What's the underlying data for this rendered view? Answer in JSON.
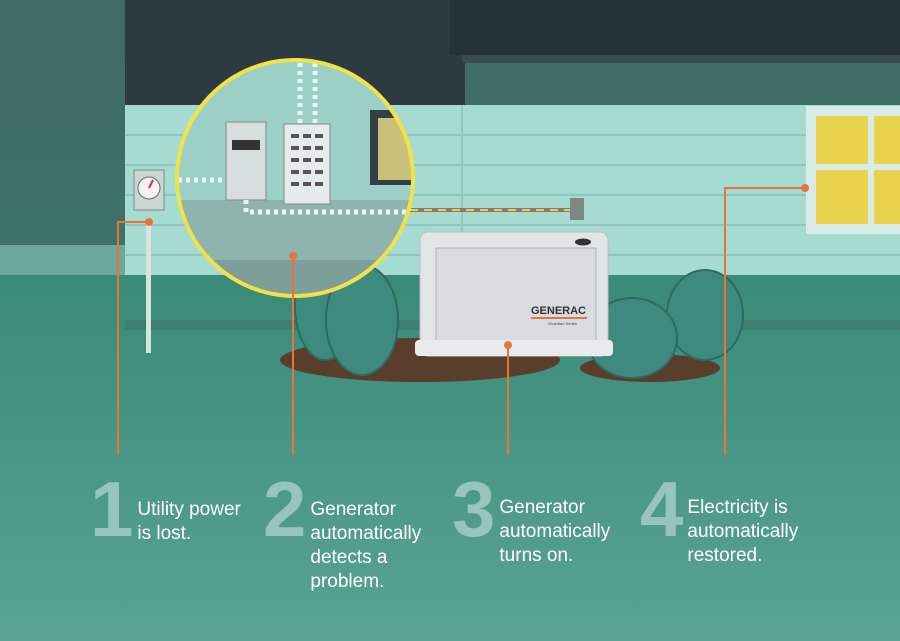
{
  "colors": {
    "roof": "#2d3a40",
    "siding": "#a6dbd2",
    "ground": "#3f8e7d",
    "lawn": "#4a9a89",
    "accent": "#e8743b",
    "magnifier": "#f1e24a",
    "window_light": "#e9d24c"
  },
  "generator": {
    "brand": "GENERAC",
    "series": "Guardian Series"
  },
  "steps": [
    {
      "number": "1",
      "lines": [
        "Utility power",
        "is lost."
      ]
    },
    {
      "number": "2",
      "lines": [
        "Generator",
        "automatically",
        "detects a",
        "problem."
      ]
    },
    {
      "number": "3",
      "lines": [
        "Generator",
        "automatically",
        "turns on."
      ]
    },
    {
      "number": "4",
      "lines": [
        "Electricity is",
        "automatically",
        "restored."
      ]
    }
  ]
}
